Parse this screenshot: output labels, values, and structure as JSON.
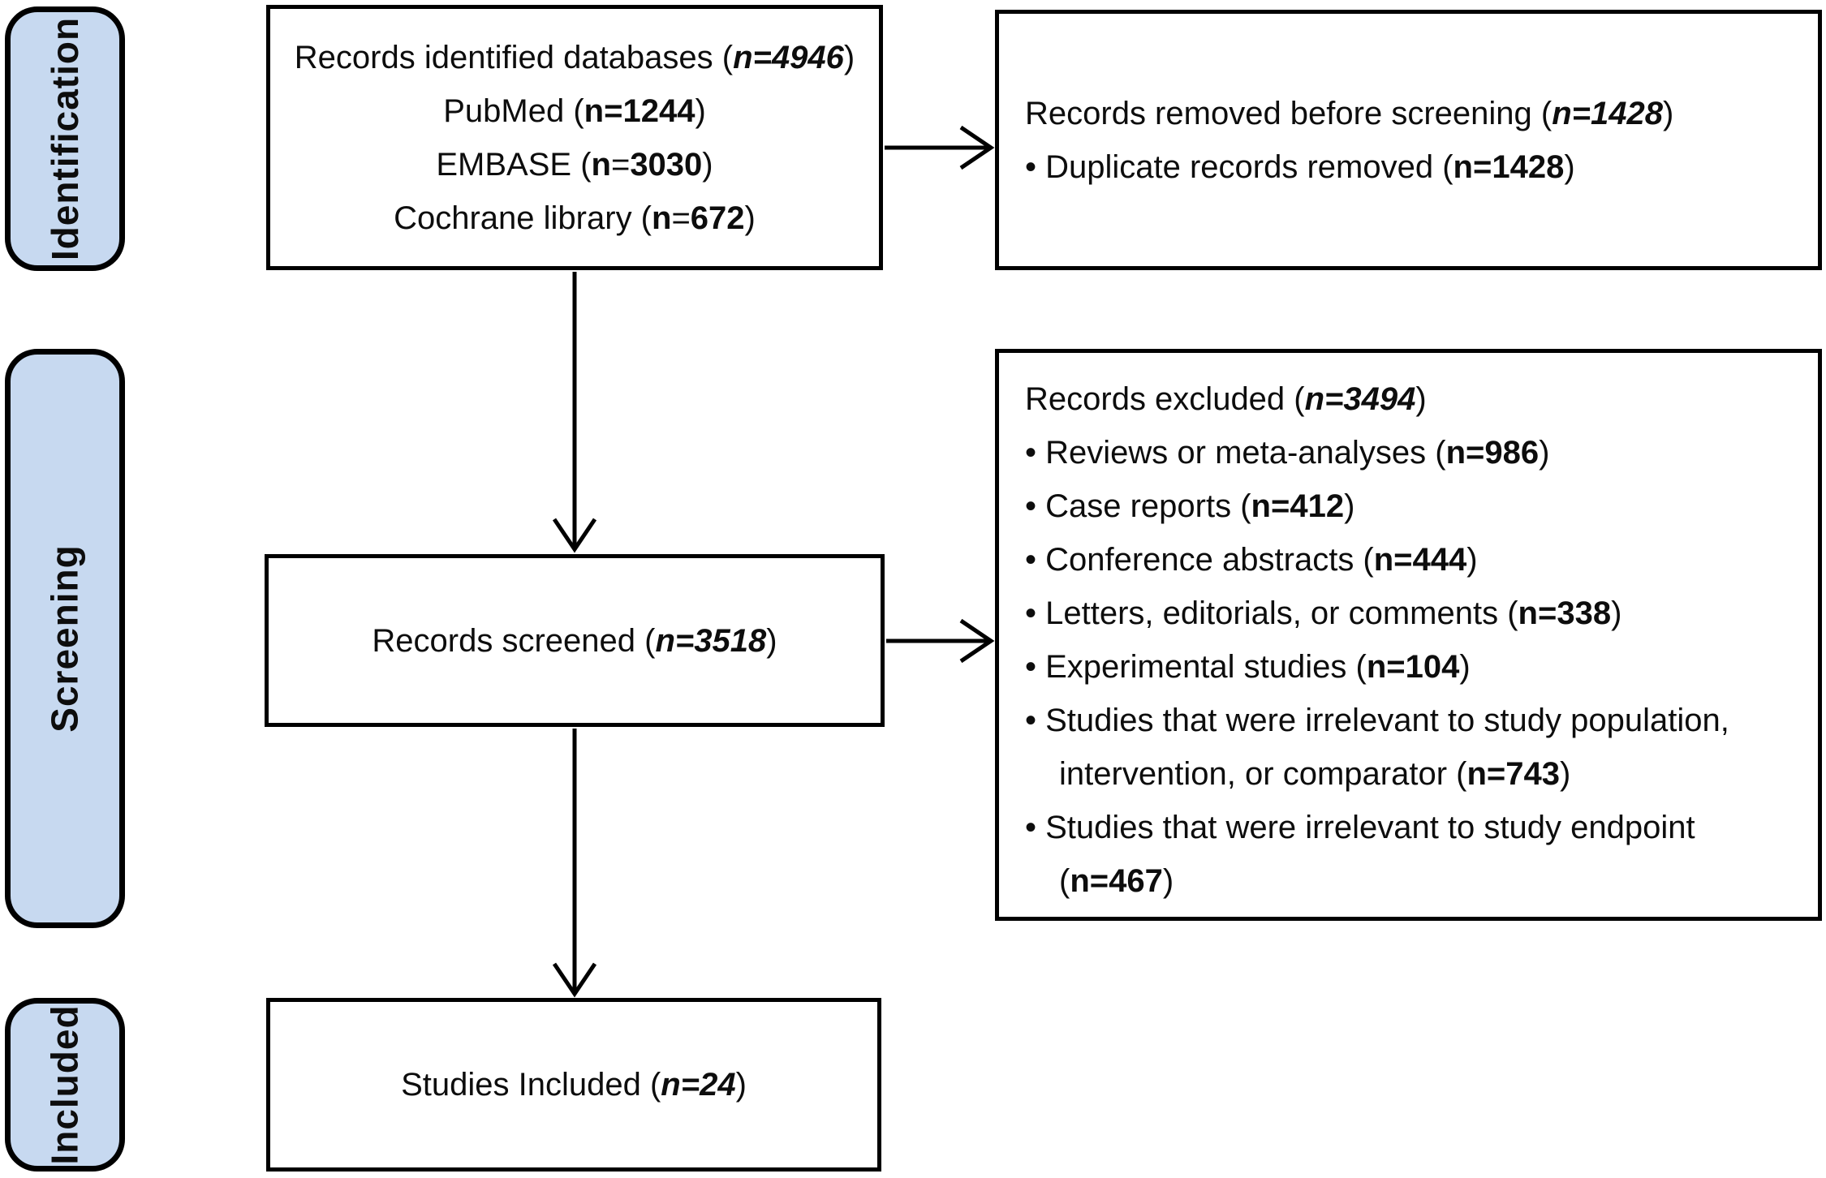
{
  "colors": {
    "stage_fill": "#c7d9f0",
    "box_fill": "#ffffff",
    "line_color": "#000000",
    "text_color": "#0d0d0d"
  },
  "stages": {
    "identification": "Identification",
    "screening": "Screening",
    "included": "Included"
  },
  "boxes": {
    "identified": {
      "lines": [
        {
          "segments": [
            {
              "t": "Records identified databases ("
            },
            {
              "t": "n=4946",
              "b": true,
              "i": true
            },
            {
              "t": ")"
            }
          ]
        },
        {
          "segments": [
            {
              "t": "PubMed ("
            },
            {
              "t": "n=1244",
              "b": true
            },
            {
              "t": ")"
            }
          ]
        },
        {
          "segments": [
            {
              "t": "EMBASE ("
            },
            {
              "t": "n",
              "b": true
            },
            {
              "t": "="
            },
            {
              "t": "3030",
              "b": true
            },
            {
              "t": ")"
            }
          ]
        },
        {
          "segments": [
            {
              "t": "Cochrane library ("
            },
            {
              "t": "n",
              "b": true
            },
            {
              "t": "="
            },
            {
              "t": "672",
              "b": true
            },
            {
              "t": ")"
            }
          ]
        }
      ]
    },
    "removed": {
      "lines": [
        {
          "segments": [
            {
              "t": "Records removed before screening ("
            },
            {
              "t": "n=1428",
              "b": true,
              "i": true
            },
            {
              "t": ")"
            }
          ]
        },
        {
          "segments": [
            {
              "t": "• Duplicate records removed ("
            },
            {
              "t": "n=1428",
              "b": true
            },
            {
              "t": ")"
            }
          ]
        }
      ]
    },
    "screened": {
      "lines": [
        {
          "segments": [
            {
              "t": "Records screened ("
            },
            {
              "t": "n=3518",
              "b": true,
              "i": true
            },
            {
              "t": ")"
            }
          ]
        }
      ]
    },
    "excluded": {
      "lines": [
        {
          "segments": [
            {
              "t": "Records excluded ("
            },
            {
              "t": "n=3494",
              "b": true,
              "i": true
            },
            {
              "t": ")"
            }
          ]
        },
        {
          "segments": [
            {
              "t": "• Reviews or meta-analyses ("
            },
            {
              "t": "n=986",
              "b": true
            },
            {
              "t": ")"
            }
          ]
        },
        {
          "segments": [
            {
              "t": "• Case reports ("
            },
            {
              "t": "n=412",
              "b": true
            },
            {
              "t": ")"
            }
          ]
        },
        {
          "segments": [
            {
              "t": "• Conference abstracts ("
            },
            {
              "t": "n=444",
              "b": true
            },
            {
              "t": ")"
            }
          ]
        },
        {
          "segments": [
            {
              "t": "• Letters, editorials, or comments ("
            },
            {
              "t": "n=338",
              "b": true
            },
            {
              "t": ")"
            }
          ]
        },
        {
          "segments": [
            {
              "t": "• Experimental studies ("
            },
            {
              "t": "n=104",
              "b": true
            },
            {
              "t": ")"
            }
          ]
        },
        {
          "segments": [
            {
              "t": "• Studies that were irrelevant to study population,"
            }
          ]
        },
        {
          "cont": true,
          "segments": [
            {
              "t": "intervention, or comparator ("
            },
            {
              "t": "n=743",
              "b": true
            },
            {
              "t": ")"
            }
          ]
        },
        {
          "segments": [
            {
              "t": "• Studies that were irrelevant to study endpoint"
            }
          ]
        },
        {
          "cont": true,
          "segments": [
            {
              "t": "("
            },
            {
              "t": "n=467",
              "b": true
            },
            {
              "t": ")"
            }
          ]
        }
      ]
    },
    "included_studies": {
      "lines": [
        {
          "segments": [
            {
              "t": "Studies Included ("
            },
            {
              "t": "n=24",
              "b": true,
              "i": true
            },
            {
              "t": ")"
            }
          ]
        }
      ]
    }
  }
}
